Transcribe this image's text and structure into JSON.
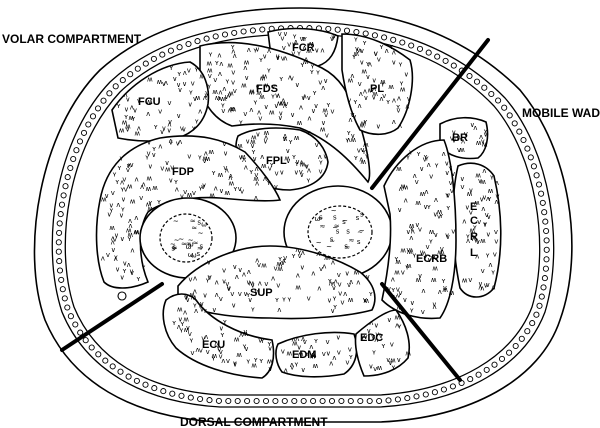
{
  "labels": {
    "volar_compartment": "VOLAR COMPARTMENT",
    "mobile_wad": "MOBILE WAD",
    "dorsal_compartment": "DORSAL COMPARTMENT"
  },
  "muscles": {
    "fcr": "FCR",
    "fds": "FDS",
    "pl": "PL",
    "fcu": "FCU",
    "fpl": "FPL",
    "fdp": "FDP",
    "sup": "SUP",
    "ecu": "ECU",
    "edm": "EDM",
    "edc": "EDC",
    "br": "BR",
    "ecrl_e": "E",
    "ecrl_c": "C",
    "ecrl_r": "R",
    "ecrl_l": "L",
    "ecrb": "ECRB"
  },
  "colors": {
    "ink": "#000000",
    "paper": "#ffffff"
  }
}
